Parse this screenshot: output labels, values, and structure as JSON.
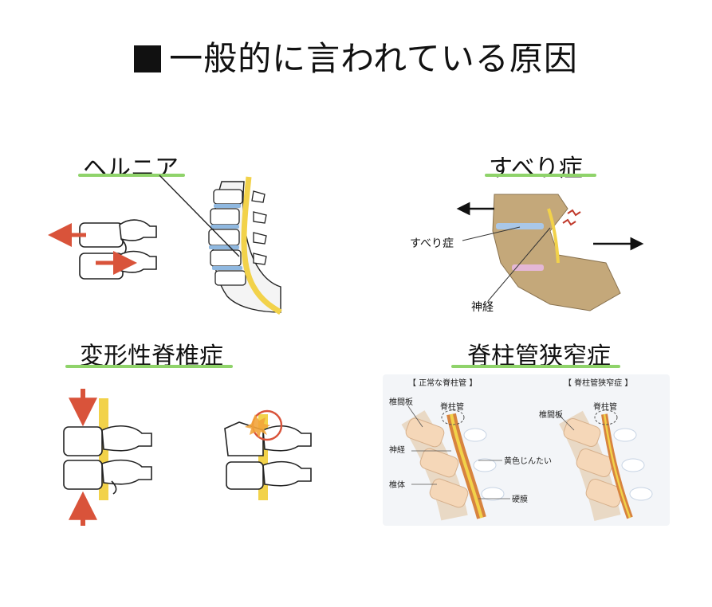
{
  "title": "一般的に言われている原因",
  "sections": {
    "hernia": {
      "label": "ヘルニア"
    },
    "spondylolisthesis": {
      "label": "すべり症",
      "annotation_slip": "すべり症",
      "annotation_nerve": "神経"
    },
    "spondylosis": {
      "label": "変形性脊椎症"
    },
    "stenosis": {
      "label": "脊柱管狭窄症",
      "normal_caption": "【 正常な脊柱管 】",
      "stenosis_caption": "【 脊柱管狭窄症 】",
      "labels_left": {
        "disc": "椎間板",
        "canal": "脊柱管",
        "nerve": "神経",
        "ligament": "黄色じんたい",
        "body": "椎体",
        "dura": "硬膜"
      },
      "labels_right": {
        "disc": "椎間板",
        "canal": "脊柱管"
      }
    }
  },
  "colors": {
    "accent_underline": "#8fd36a",
    "arrow_red": "#d9533a",
    "nerve_yellow": "#f2d24a",
    "bone_tan": "#c4a87a"
  }
}
